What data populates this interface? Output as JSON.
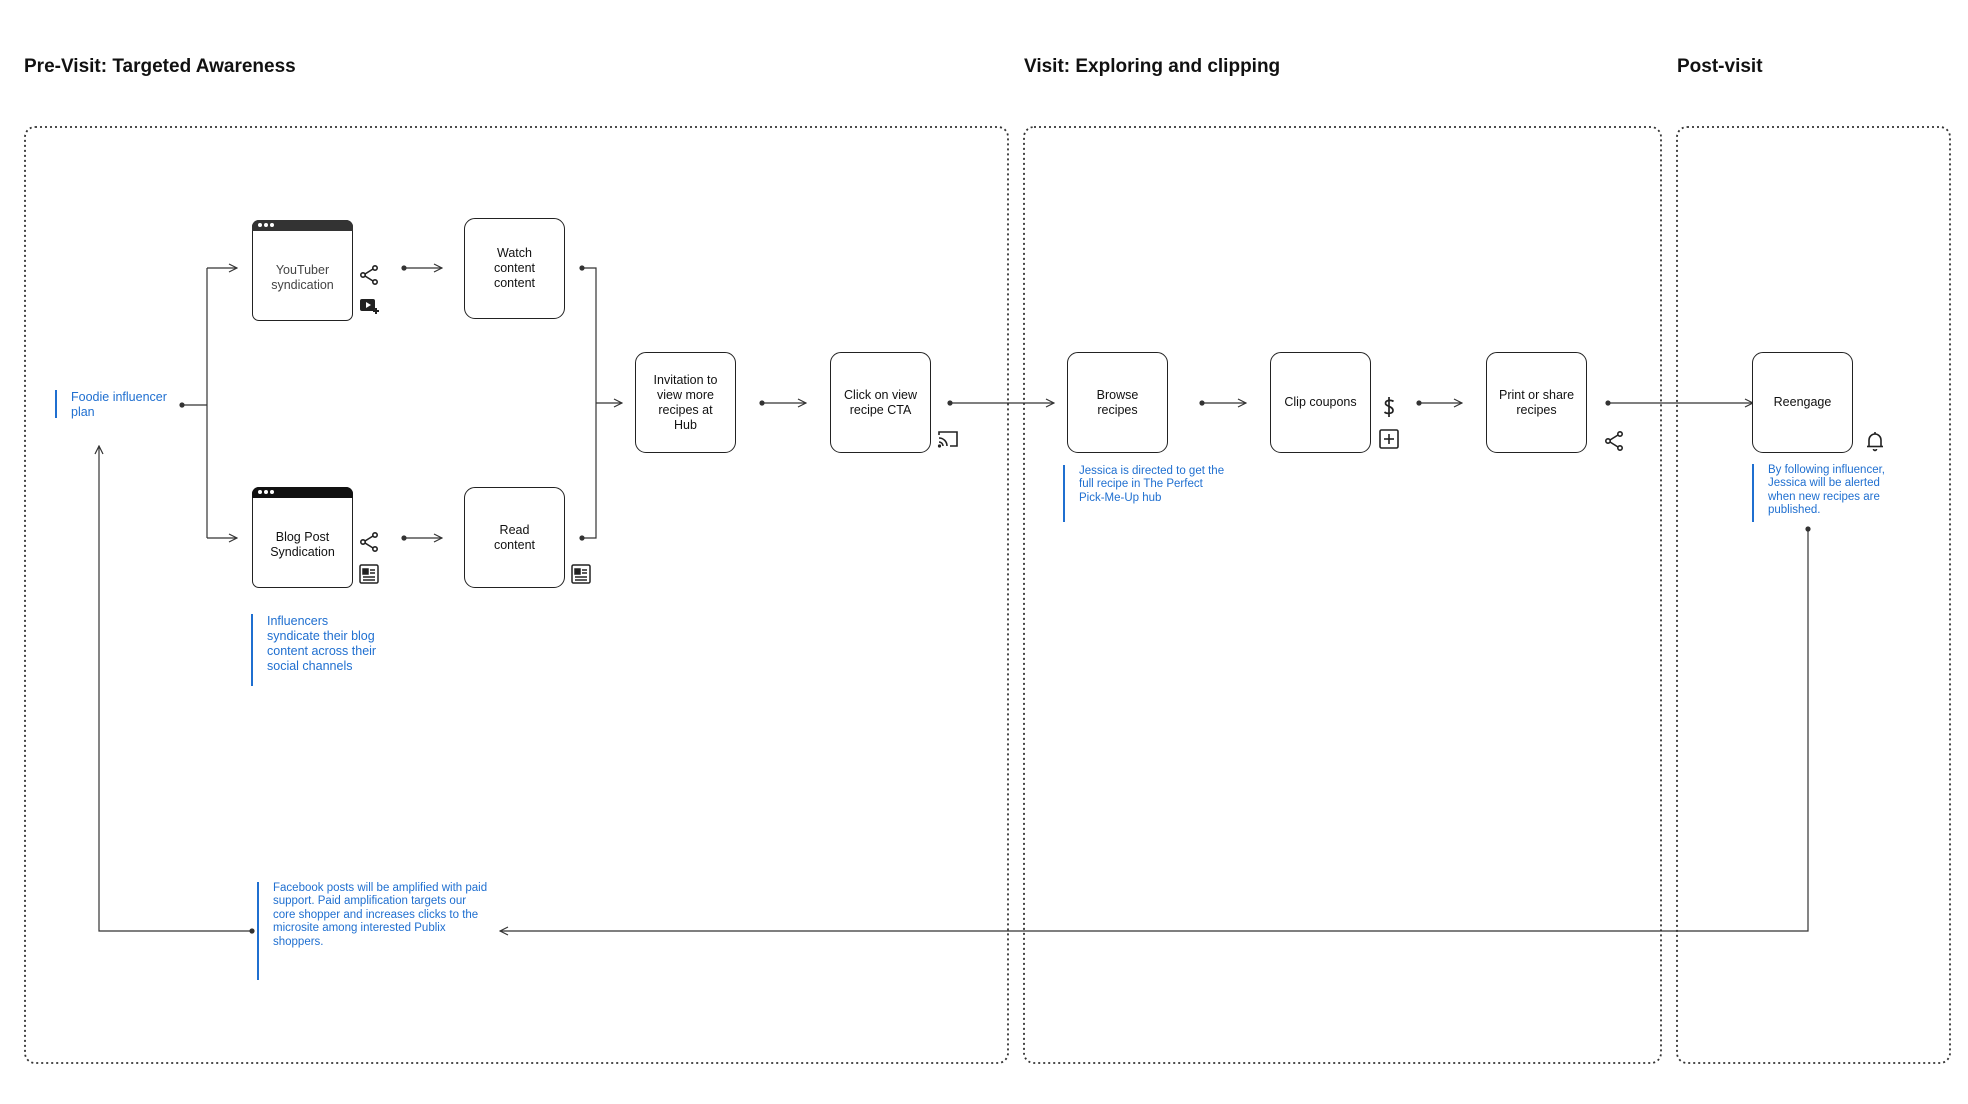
{
  "phases": {
    "pre_visit": "Pre-Visit: Targeted Awareness",
    "visit": "Visit: Exploring and clipping",
    "post_visit": "Post-visit"
  },
  "nodes": {
    "youtuber": "YouTuber syndication",
    "blog_post": "Blog Post Syndication",
    "watch": "Watch content content",
    "read": "Read content",
    "invitation": "Invitation to view more recipes at Hub",
    "click_cta": "Click on view recipe CTA",
    "browse": "Browse recipes",
    "clip": "Clip coupons",
    "print_share": "Print or share recipes",
    "reengage": "Reengage"
  },
  "notes": {
    "foodie": "Foodie influencer plan",
    "influencers": "Influencers syndicate their blog content across their social channels",
    "facebook": "Facebook posts will be amplified with paid support. Paid amplification targets our core shopper and increases clicks to the microsite among interested Publix shoppers.",
    "jessica_hub": "Jessica is directed to get the full recipe in The Perfect Pick-Me-Up hub",
    "following": "By following influencer, Jessica will be alerted when new recipes are published."
  },
  "icons": [
    "share-icon",
    "youtube-add-icon",
    "article-icon",
    "cast-icon",
    "dollar-icon",
    "add-box-icon",
    "bell-icon"
  ],
  "colors": {
    "accent": "#1f6fd0",
    "line": "#333333"
  }
}
